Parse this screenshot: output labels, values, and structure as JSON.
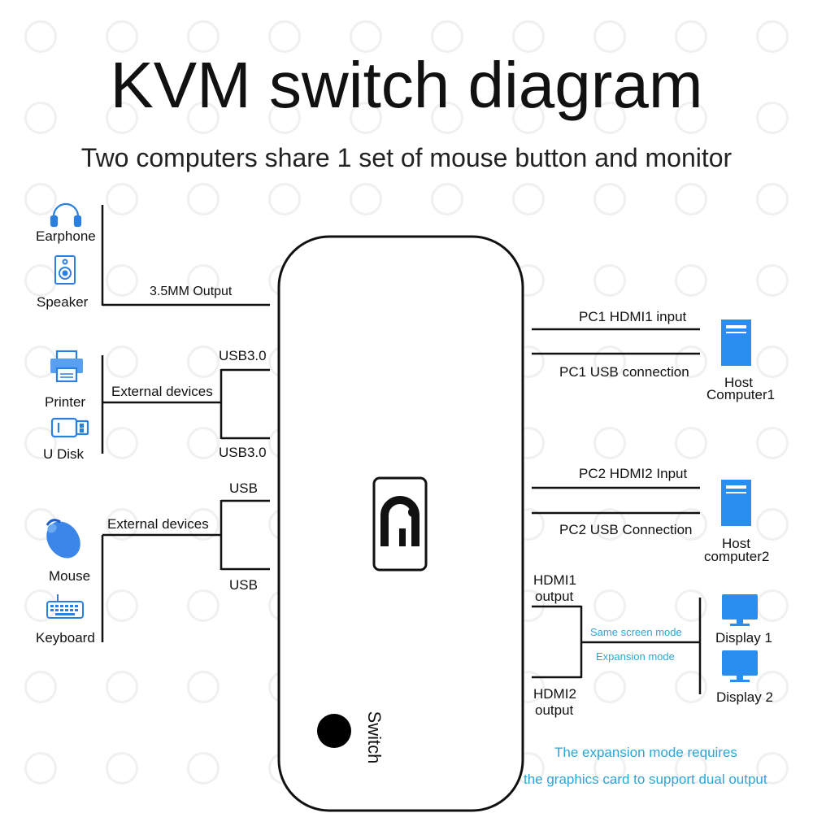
{
  "title": "KVM switch diagram",
  "subtitle": "Two computers share 1 set of mouse button and monitor",
  "left": {
    "earphone": "Earphone",
    "speaker": "Speaker",
    "audio_output": "3.5MM Output",
    "printer": "Printer",
    "udisk": "U Disk",
    "usb_group_top_label": "External devices",
    "usb30_top": "USB3.0",
    "usb30_bottom": "USB3.0",
    "mouse": "Mouse",
    "keyboard": "Keyboard",
    "usb_group_bottom_label": "External devices",
    "usb_top": "USB",
    "usb_bottom": "USB"
  },
  "right": {
    "pc1_hdmi": "PC1 HDMI1 input",
    "pc1_usb": "PC1 USB connection",
    "host1_line1": "Host",
    "host1_line2": "Computer1",
    "pc2_hdmi": "PC2 HDMI2 Input",
    "pc2_usb": "PC2 USB Connection",
    "host2_line1": "Host",
    "host2_line2": "computer2",
    "hdmi1_out_line1": "HDMI1",
    "hdmi1_out_line2": "output",
    "hdmi2_out_line1": "HDMI2",
    "hdmi2_out_line2": "output",
    "same_screen_mode": "Same screen mode",
    "expansion_mode": "Expansion mode",
    "display1": "Display 1",
    "display2": "Display 2",
    "note_line1": "The expansion mode requires",
    "note_line2": "the graphics card to support dual output"
  },
  "device": {
    "switch_label": "Switch"
  },
  "colors": {
    "icon_blue": "#2a7fe0",
    "text_blue": "#2aa7d8",
    "line": "#111111"
  }
}
